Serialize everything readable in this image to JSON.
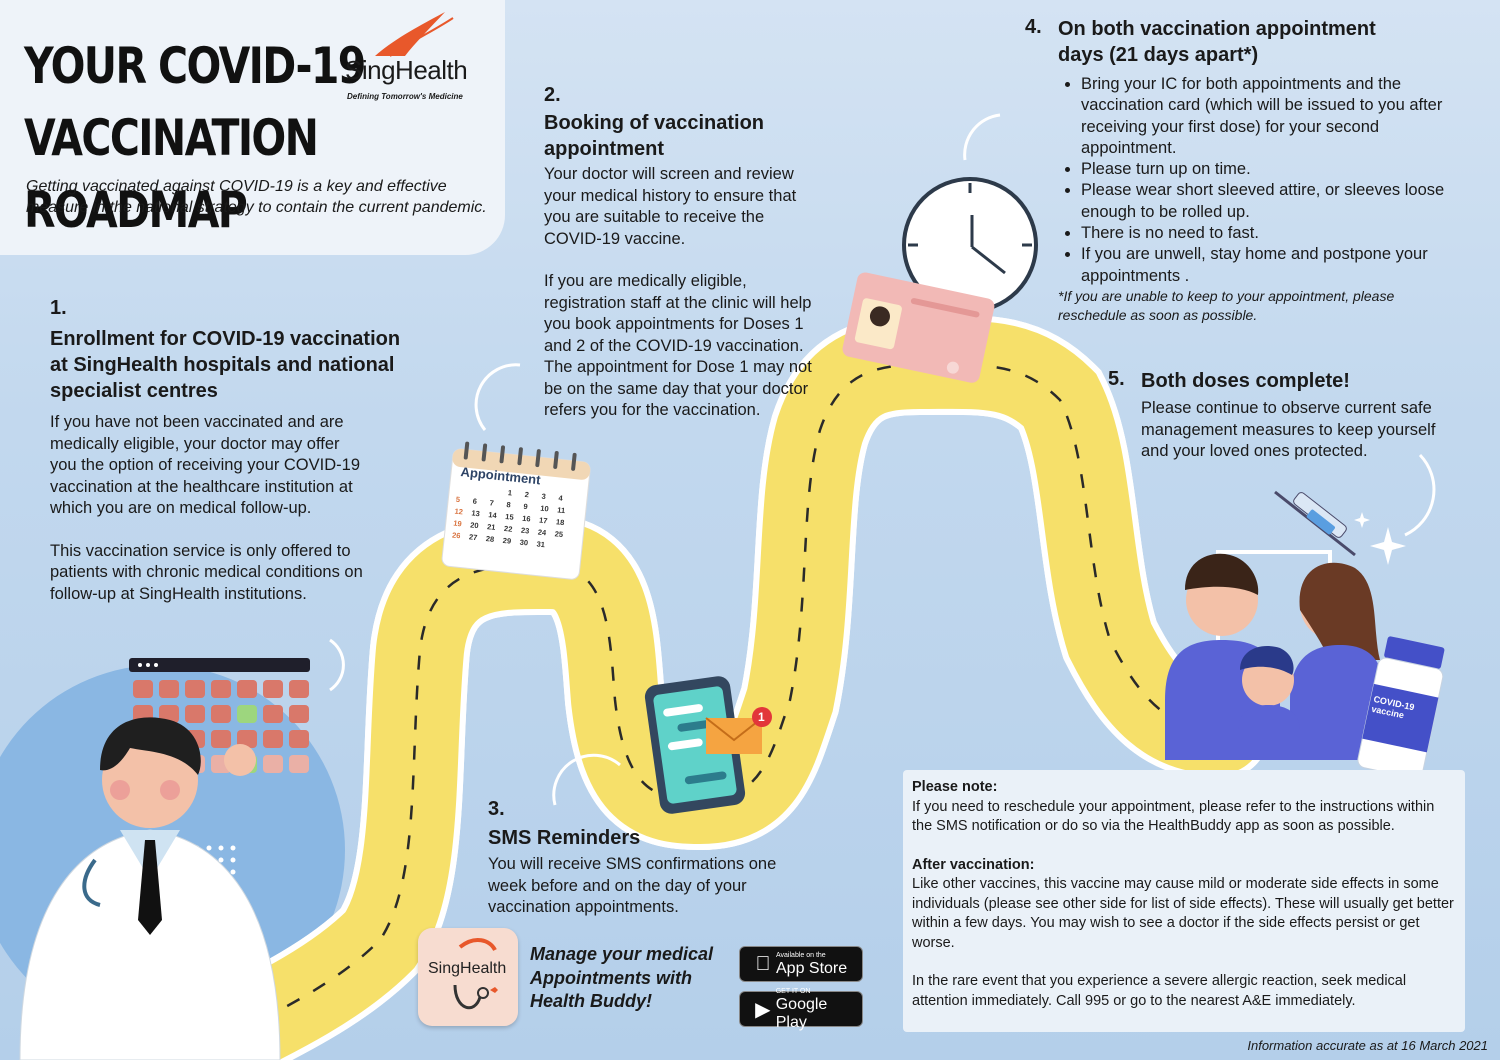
{
  "header": {
    "title_line1": "YOUR COVID-19",
    "title_line2": "VACCINATION ROADMAP",
    "logo_name": "SingHealth",
    "logo_tagline": "Defining Tomorrow's Medicine",
    "subtitle": "Getting vaccinated against COVID-19 is a key and effective measure in the national strategy to contain the current pandemic."
  },
  "steps": [
    {
      "number": "1.",
      "heading": "Enrollment for COVID-19 vaccination at SingHealth hospitals and national specialist centres",
      "paragraphs": [
        "If you have not been vaccinated and are medically eligible, your doctor may offer you the option of receiving your COVID-19 vaccination at the healthcare institution at which you are on medical follow-up.",
        "This vaccination service is only offered to patients with chronic medical conditions on follow-up at SingHealth institutions."
      ]
    },
    {
      "number": "2.",
      "heading": "Booking of vaccination appointment",
      "paragraphs": [
        "Your doctor will  screen and review your medical history to ensure that you are suitable to receive the COVID-19 vaccine.",
        "If you are medically eligible, registration staff at the clinic will help you book appointments for Doses 1 and 2 of the COVID-19 vaccination. The appointment for Dose 1 may not be on the same day that your doctor refers you for the vaccination."
      ]
    },
    {
      "number": "3.",
      "heading": "SMS Reminders",
      "paragraphs": [
        "You will receive SMS confirmations one week before and on the day of your vaccination appointments."
      ]
    },
    {
      "number": "4.",
      "heading": "On both vaccination appointment days (21 days apart*)",
      "bullets": [
        "Bring your IC for both appointments and the vaccination card (which will be issued to you after receiving your first dose) for your second appointment.",
        "Please turn up on time.",
        "Please wear short sleeved attire, or sleeves loose enough to be rolled up.",
        "There is no need to fast.",
        "If you are unwell, stay home and postpone your appointments ."
      ],
      "footnote": "*If you are unable to keep to your appointment, please reschedule as soon as possible."
    },
    {
      "number": "5.",
      "heading": "Both doses complete!",
      "paragraphs": [
        "Please continue to observe current safe management measures to keep yourself and your loved ones protected."
      ]
    }
  ],
  "calendar": {
    "label": "Appointment",
    "days": [
      "5",
      "6",
      "7",
      "8",
      "9",
      "10",
      "11",
      "12",
      "13",
      "14",
      "15",
      "16",
      "17",
      "18",
      "19",
      "20",
      "21",
      "22",
      "23",
      "24",
      "25",
      "26",
      "27",
      "28",
      "29",
      "30",
      "31",
      "1",
      "2",
      "3",
      "4"
    ]
  },
  "phone": {
    "badge": "1"
  },
  "vaccine_bottle": {
    "label_line1": "COVID-19",
    "label_line2": "vaccine"
  },
  "notes": {
    "please_note_heading": "Please note:",
    "please_note_text": "If you need to reschedule your appointment, please refer to the instructions within the SMS notification or do so via the HealthBuddy app as soon as possible.",
    "after_heading": "After vaccination:",
    "after_text": "Like other vaccines, this vaccine may cause mild or moderate side effects in some individuals (please see other side for list of side effects). These will usually get better within a few days. You may wish to see a doctor if the side effects persist or get worse.",
    "severe_text": "In the rare event that you experience a severe allergic reaction, seek medical attention immediately. Call 995 or go to the nearest A&E immediately."
  },
  "footer": {
    "app_icon_text": "SingHealth",
    "promo": "Manage your medical Appointments with Health Buddy!",
    "app_store_small": "Available on the",
    "app_store_big": "App Store",
    "google_small": "GET IT ON",
    "google_big": "Google Play",
    "accuracy": "Information accurate as at 16 March 2021"
  },
  "colors": {
    "road": "#f6e06a",
    "road_edge": "#ffffff",
    "road_line": "#2a2a2a",
    "brand_orange": "#e8582b",
    "background": "#c2d8ee"
  }
}
